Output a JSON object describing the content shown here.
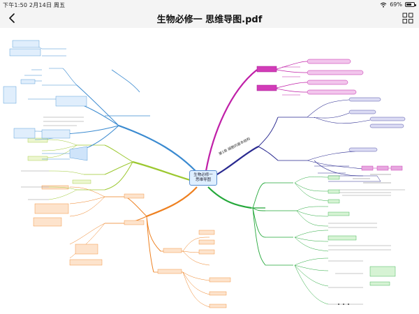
{
  "status_bar": {
    "time_date": "下午1:50   2月14日 周五",
    "battery_percent_text": "69%",
    "battery_level": 0.69,
    "icons": [
      "wifi-icon",
      "battery-icon"
    ]
  },
  "nav": {
    "title": "生物必修一  思维导图.pdf",
    "back_icon": "chevron-left-icon",
    "grid_icon": "grid-icon"
  },
  "mindmap": {
    "center_line1": "生物必修一",
    "center_line2": "思维导图",
    "branch_colors": {
      "magenta": "#c020a8",
      "navy": "#2a2a90",
      "green": "#24a83a",
      "orange": "#ee8020",
      "lime": "#9cc830",
      "blue": "#3a8ad0"
    },
    "branch_titles": {
      "navy": "第1章  细胞的基本结构"
    }
  }
}
